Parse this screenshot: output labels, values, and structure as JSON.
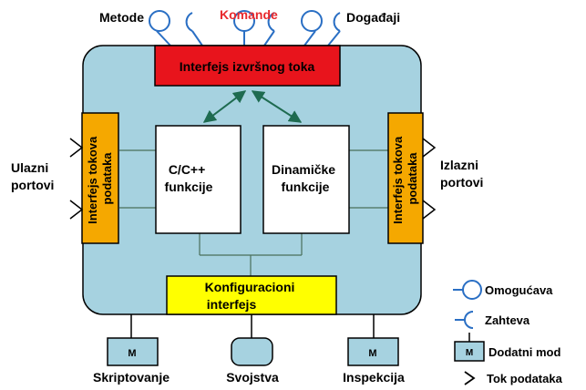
{
  "top_labels": {
    "metode": "Metode",
    "komande": "Komande",
    "dogadjaji": "Događaji"
  },
  "component": {
    "execution_interface": "Interfejs izvršnog toka",
    "input_interface_line1": "Interfejs tokova",
    "input_interface_line2": "podataka",
    "output_interface_line1": "Interfejs tokova",
    "output_interface_line2": "podataka",
    "c_functions_line1": "C/C++",
    "c_functions_line2": "funkcije",
    "dynamic_functions_line1": "Dinamičke",
    "dynamic_functions_line2": "funkcije",
    "config_interface_line1": "Konfiguracioni",
    "config_interface_line2": "interfejs"
  },
  "side_labels": {
    "input_ports_line1": "Ulazni",
    "input_ports_line2": "portovi",
    "output_ports_line1": "Izlazni",
    "output_ports_line2": "portovi"
  },
  "bottom_labels": {
    "module_letter_left": "M",
    "module_letter_right": "M",
    "skriptovanje": "Skriptovanje",
    "svojstva": "Svojstva",
    "inspekcija": "Inspekcija"
  },
  "legend": {
    "omogucava": "Omogućava",
    "zahteva": "Zahteva",
    "module_letter": "M",
    "dodatni_moduli": "Dodatni mod",
    "tok_podataka": "Tok podataka"
  },
  "colors": {
    "body_fill": "#a6d2e0",
    "execution_fill": "#e8141c",
    "interface_fill": "#f5a800",
    "config_fill": "#ffff00",
    "arrow_color": "#1e6b50",
    "komande_color": "#e8282c",
    "connector_blue": "#2a6fc4"
  }
}
